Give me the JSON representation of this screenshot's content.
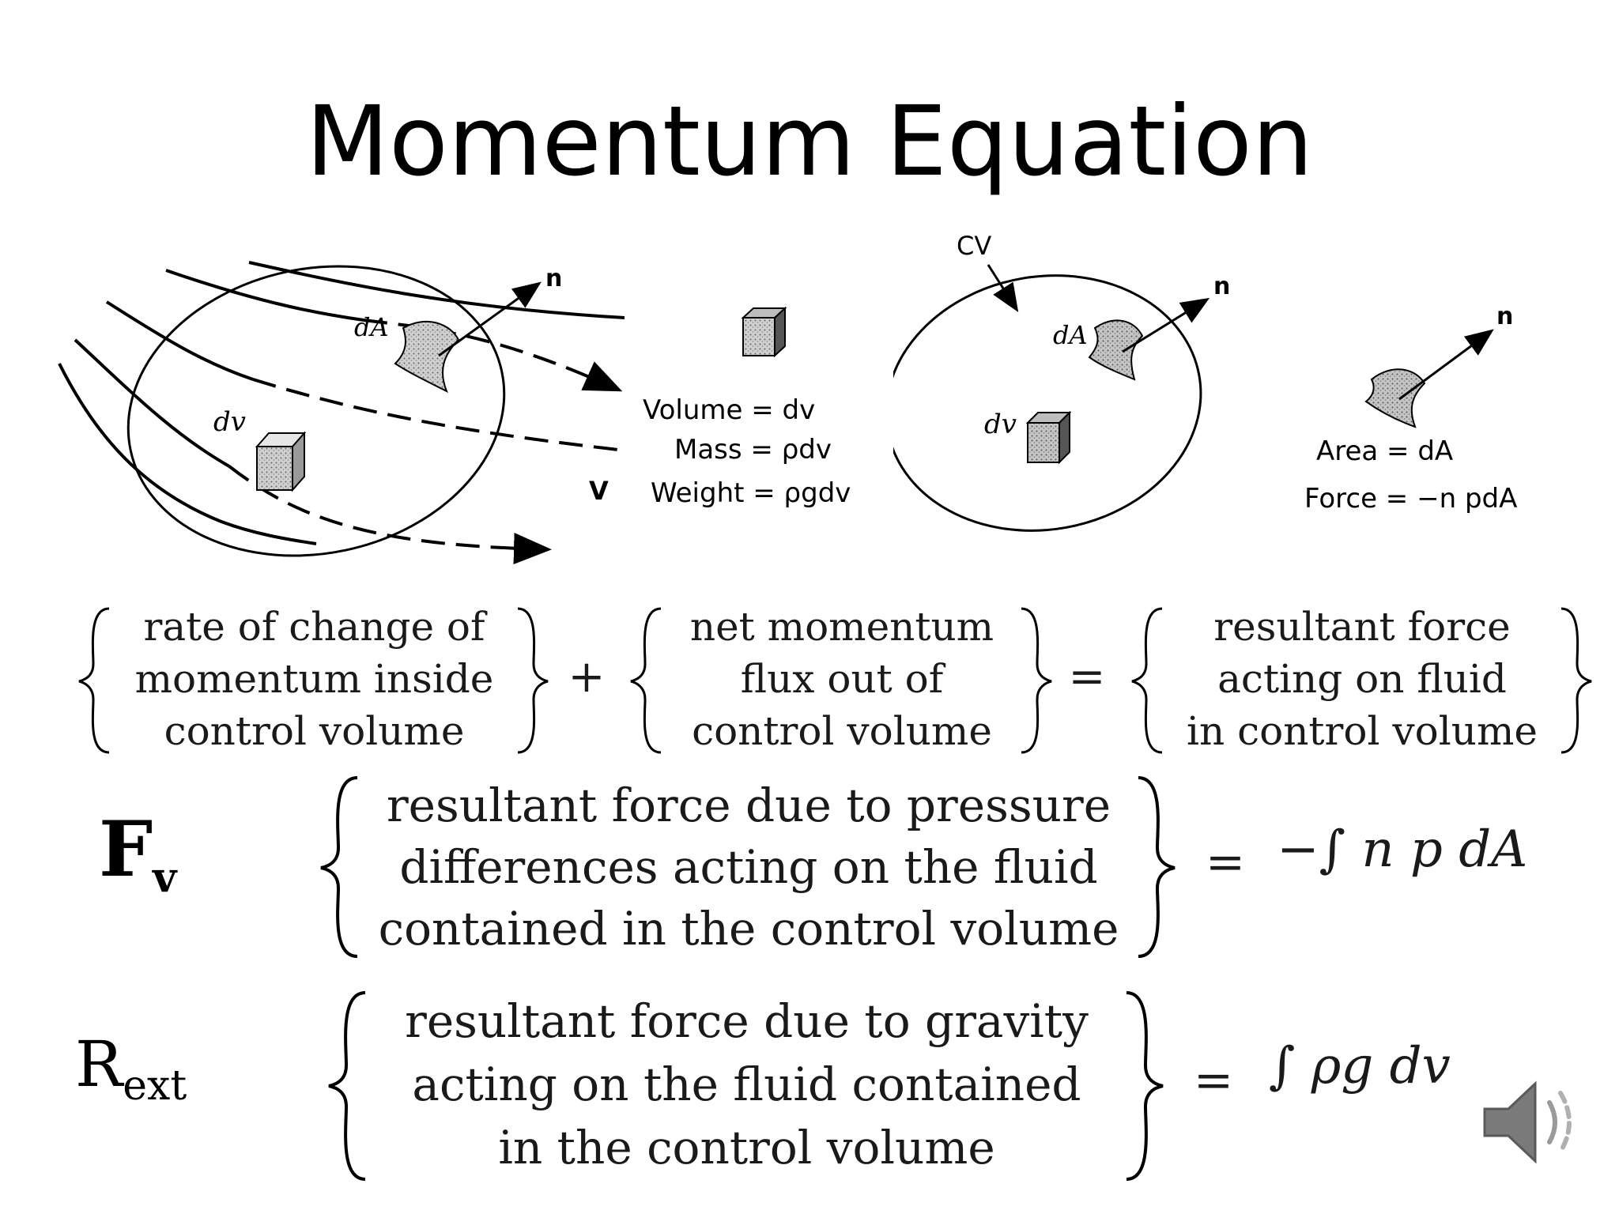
{
  "slide": {
    "title": "Momentum Equation"
  },
  "figure1": {
    "normal_label": "n",
    "area_label": "dA",
    "volume_label": "dv",
    "velocity_label": "V",
    "volume_text": "Volume = dv",
    "mass_text": "Mass = ρdv",
    "weight_text": "Weight = ρgdv"
  },
  "figure2": {
    "cv_label": "CV",
    "normal_label": "n",
    "area_label": "dA",
    "volume_label": "dv",
    "normal_label_2": "n",
    "area_text": "Area = dA",
    "force_text": "Force = −n pdA"
  },
  "equation1": {
    "term1": [
      "rate of change of",
      "momentum inside",
      "control volume"
    ],
    "plus": "+",
    "term2": [
      "net momentum",
      "flux out of",
      "control volume"
    ],
    "equals": "=",
    "term3": [
      "resultant force",
      "acting on fluid",
      "in control volume"
    ]
  },
  "equation2": {
    "symbol": "F",
    "symbol_sub": "v",
    "text": [
      "resultant force due to pressure",
      "differences acting on the fluid",
      "contained in the control volume"
    ],
    "equals": "=",
    "rhs": "−∫ n p dA"
  },
  "equation3": {
    "symbol": "R",
    "symbol_sub": "ext",
    "text": [
      "resultant force due to gravity",
      "acting on the fluid contained",
      "in the control volume"
    ],
    "equals": "=",
    "rhs": "∫ ρg dv"
  },
  "icons": {
    "audio": "speaker-icon"
  }
}
